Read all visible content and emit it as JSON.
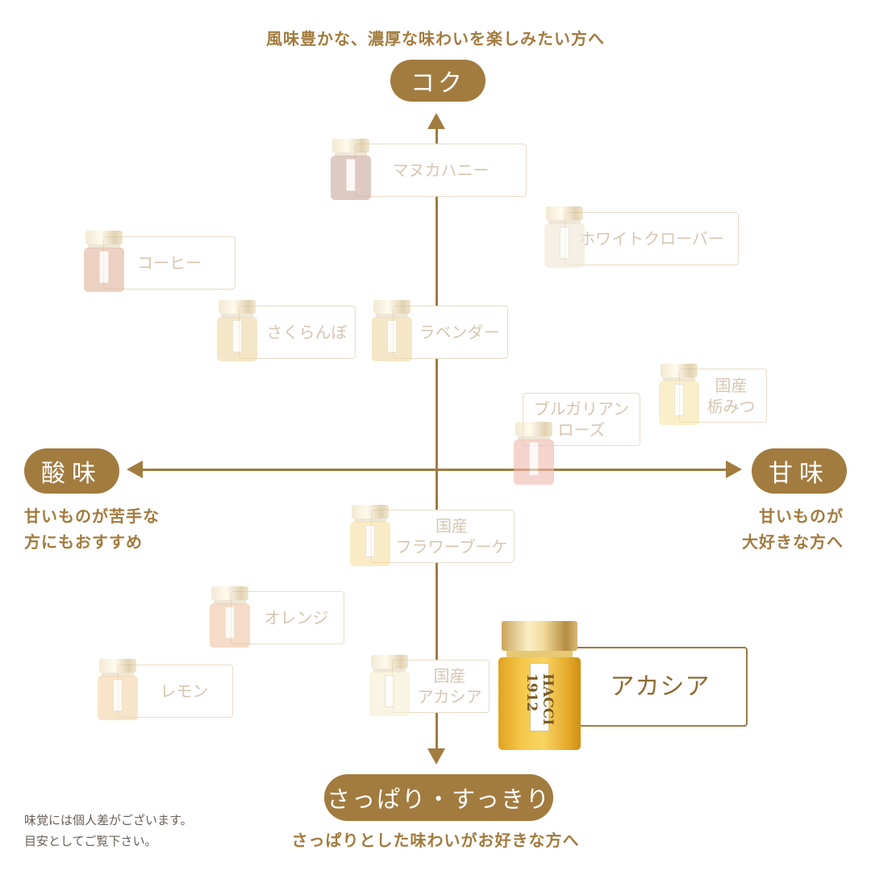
{
  "top": {
    "caption": "風味豊かな、濃厚な味わいを楽しみたい方へ",
    "pill": "コク"
  },
  "bottom": {
    "pill": "さっぱり・すっきり",
    "caption": "さっぱりとした味わいがお好きな方へ"
  },
  "left": {
    "pill": "酸味",
    "caption_lines": [
      "甘いものが苦手な",
      "方にもおすすめ"
    ]
  },
  "right": {
    "pill": "甘味",
    "caption_lines": [
      "甘いものが",
      "大好きな方へ"
    ]
  },
  "products": [
    {
      "id": "manuka",
      "name": "マヌカハニー",
      "jar_color": "#c9a89a"
    },
    {
      "id": "white-clover",
      "name": "ホワイトクローバー",
      "jar_color": "#f0e6d6"
    },
    {
      "id": "coffee",
      "name": "コーヒー",
      "jar_color": "#e0b49a"
    },
    {
      "id": "sakuranbo",
      "name": "さくらんぼ",
      "jar_color": "#f1d6a4"
    },
    {
      "id": "lavender",
      "name": "ラベンダー",
      "jar_color": "#f1d6a4"
    },
    {
      "id": "tochi",
      "name_lines": [
        "国産",
        "栃みつ"
      ],
      "jar_color": "#f6e6a8"
    },
    {
      "id": "bulgarian-rose",
      "name_lines": [
        "ブルガリアン",
        "ローズ"
      ],
      "jar_color": "#efb9ad"
    },
    {
      "id": "flower-bouquet",
      "name_lines": [
        "国産",
        "フラワーブーケ"
      ],
      "jar_color": "#f6dea0"
    },
    {
      "id": "orange",
      "name": "オレンジ",
      "jar_color": "#f0c4a4"
    },
    {
      "id": "lemon",
      "name": "レモン",
      "jar_color": "#f2d3a6"
    },
    {
      "id": "domestic-acacia",
      "name_lines": [
        "国産",
        "アカシア"
      ],
      "jar_color": "#f6efcf"
    },
    {
      "id": "acacia",
      "name": "アカシア",
      "jar_label": "HACCI 1912"
    }
  ],
  "disclaimer": [
    "味覚には個人差がございます。",
    "目安としてご覧下さい。"
  ]
}
